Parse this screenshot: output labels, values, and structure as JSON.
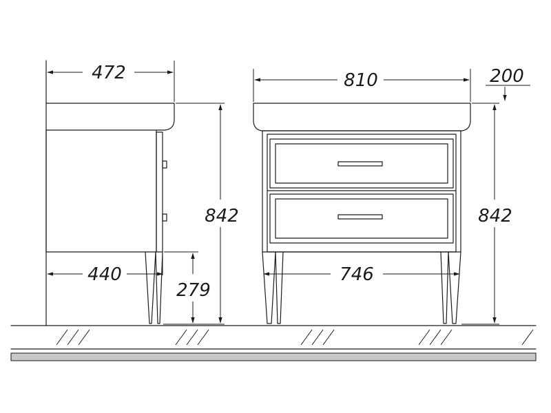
{
  "dimensions": {
    "side_depth_top": "472",
    "side_height": "842",
    "side_depth_bottom": "440",
    "leg_height": "279",
    "front_width_top": "810",
    "basin_offset": "200",
    "front_height": "842",
    "leg_span": "746"
  },
  "colors": {
    "line": "#1a1a1a",
    "floor_band": "#c8c8c8",
    "background": "#ffffff"
  }
}
